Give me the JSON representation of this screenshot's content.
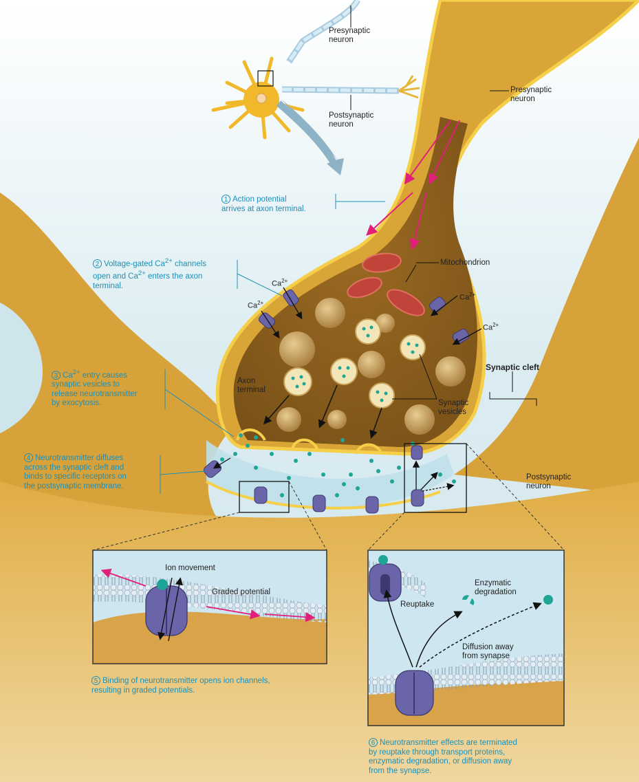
{
  "labels": {
    "presynaptic_top": "Presynaptic\nneuron",
    "postsynaptic_small": "Postsynaptic\nneuron",
    "presynaptic_right": "Presynaptic\nneuron",
    "mitochondrion": "Mitochondrion",
    "axon_terminal": "Axon\nterminal",
    "synaptic_cleft": "Synaptic cleft",
    "synaptic_vesicles": "Synaptic\nvesicles",
    "postsynaptic_right": "Postsynaptic\nneuron",
    "ion_movement": "Ion movement",
    "graded_potential": "Graded potential",
    "reuptake": "Reuptake",
    "enzymatic_degradation": "Enzymatic\ndegradation",
    "diffusion_away": "Diffusion away\nfrom synapse"
  },
  "ions": {
    "base": "Ca",
    "charge": "2+"
  },
  "steps": [
    {
      "num": "1",
      "text": "Action potential\narrives at axon terminal."
    },
    {
      "num": "2",
      "text_a": "Voltage-gated Ca",
      "text_b": " channels\nopen and Ca",
      "text_c": " enters the axon\nterminal."
    },
    {
      "num": "3",
      "text_a": "Ca",
      "text_b": " entry causes\nsynaptic vesicles to\nrelease neurotransmitter\nby exocytosis."
    },
    {
      "num": "4",
      "text": "Neurotransmitter diffuses\nacross the synaptic cleft and\nbinds to specific receptors on\nthe postsynaptic membrane."
    },
    {
      "num": "5",
      "text": "Binding of neurotransmitter opens ion channels,\nresulting in graded potentials."
    },
    {
      "num": "6",
      "text": "Neurotransmitter effects are terminated\nby reuptake through transport proteins,\nenzymatic degradation, or diffusion away\nfrom the synapse."
    }
  ],
  "colors": {
    "neuron": "#d9a537",
    "neuron_dark": "#b8862a",
    "cleft": "#bfe0ea",
    "vesicle": "#c8a05a",
    "channel": "#6a64a8",
    "neurotransmitter": "#1fa596",
    "arrow_pink": "#e0207a",
    "mito": "#c0443a",
    "step_text": "#1f8fb5"
  }
}
